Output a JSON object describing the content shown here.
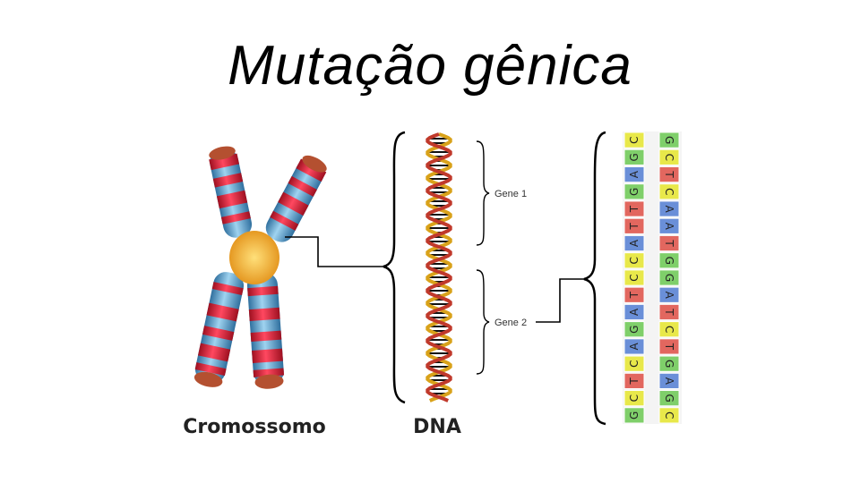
{
  "title": "Mutação gênica",
  "labels": {
    "chromosome": "Cromossomo",
    "dna": "DNA",
    "gene1": "Gene 1",
    "gene2": "Gene 2"
  },
  "colors": {
    "A": "#6a8fd8",
    "C": "#e8e84a",
    "G": "#7fcf6a",
    "T": "#e2675f",
    "chromosome_band_red": "#e0203a",
    "chromosome_band_blue": "#5fa9d8",
    "centromere": "#f5a623"
  },
  "strand_left": [
    "C",
    "G",
    "A",
    "G",
    "T",
    "T",
    "A",
    "C",
    "C",
    "T",
    "A",
    "G",
    "A",
    "C",
    "T",
    "C",
    "G"
  ],
  "strand_right": [
    "G",
    "C",
    "T",
    "C",
    "A",
    "A",
    "T",
    "G",
    "G",
    "A",
    "T",
    "C",
    "T",
    "G",
    "A",
    "G",
    "C"
  ]
}
